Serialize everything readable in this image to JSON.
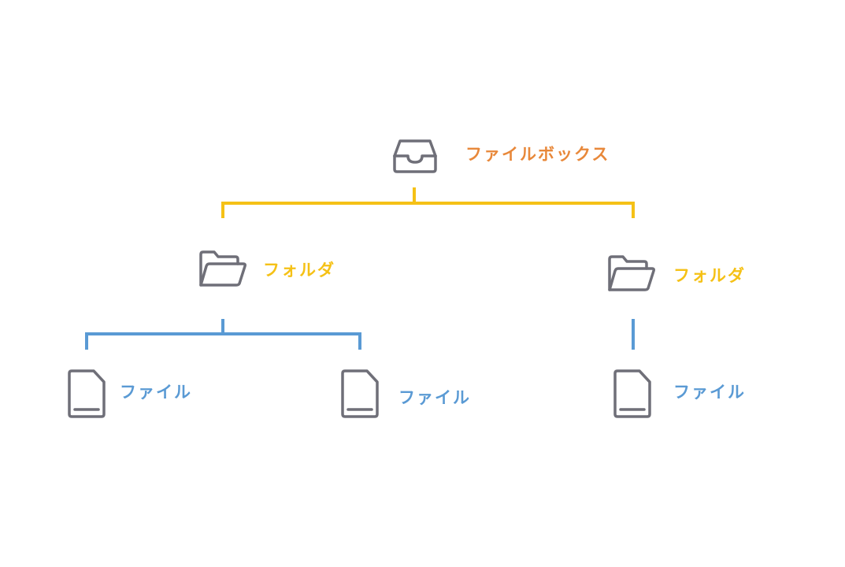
{
  "diagram": {
    "root": {
      "label": "ファイルボックス",
      "icon": "inbox-tray-icon",
      "color": "#e8883a"
    },
    "folders": [
      {
        "label": "フォルダ",
        "icon": "open-folder-icon",
        "color": "#f5c116"
      },
      {
        "label": "フォルダ",
        "icon": "open-folder-icon",
        "color": "#f5c116"
      }
    ],
    "files": [
      {
        "label": "ファイル",
        "icon": "file-icon",
        "color": "#5a9ad4"
      },
      {
        "label": "ファイル",
        "icon": "file-icon",
        "color": "#5a9ad4"
      },
      {
        "label": "ファイル",
        "icon": "file-icon",
        "color": "#5a9ad4"
      }
    ],
    "connector_colors": {
      "root_to_folders": "#f5c116",
      "folders_to_files": "#5a9ad4"
    },
    "icon_stroke_color": "#6f6f78"
  }
}
